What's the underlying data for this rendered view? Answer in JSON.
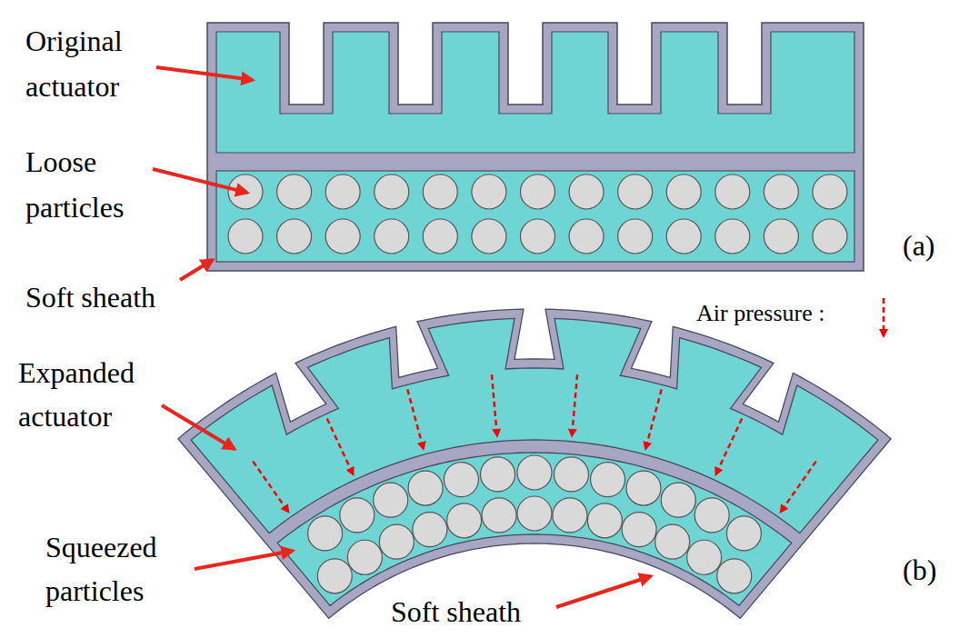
{
  "diagram": {
    "labels": [
      "Original actuator",
      "Loose particles",
      "Soft sheath",
      "(a)",
      "Air pressure :",
      "Expanded actuator",
      "Squeezed particles",
      "Soft sheath",
      "(b)"
    ]
  }
}
